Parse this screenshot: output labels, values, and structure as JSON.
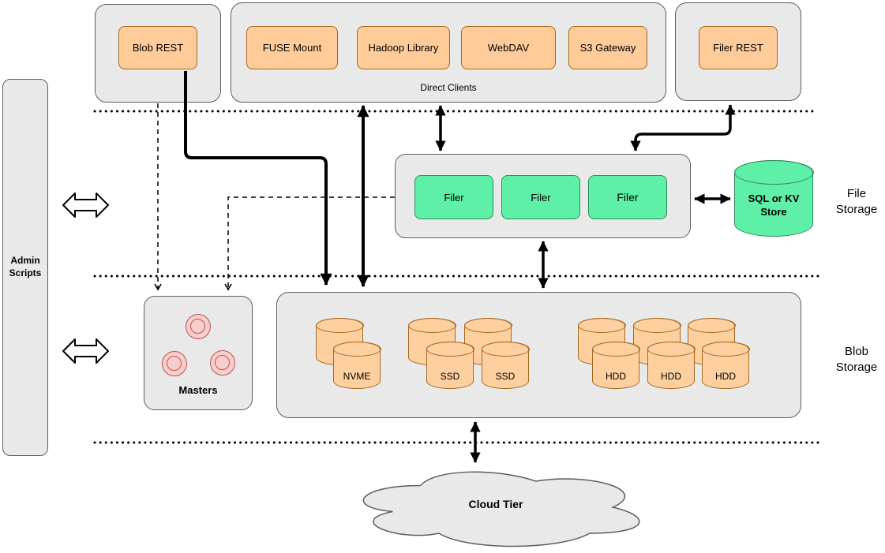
{
  "admin": {
    "label": "Admin Scripts"
  },
  "top": {
    "blob_rest": {
      "label": "Blob REST"
    },
    "direct_clients": {
      "items": [
        "FUSE Mount",
        "Hadoop Library",
        "WebDAV",
        "S3 Gateway"
      ],
      "caption": "Direct Clients"
    },
    "filer_rest": {
      "label": "Filer REST"
    }
  },
  "file_storage": {
    "section_label": "File Storage",
    "filers": [
      "Filer",
      "Filer",
      "Filer"
    ],
    "store_label": "SQL or KV Store"
  },
  "blob_storage": {
    "section_label": "Blob Storage",
    "masters_label": "Masters",
    "disks": {
      "nvme": [
        "NVME"
      ],
      "ssd": [
        "SSD",
        "SSD"
      ],
      "hdd": [
        "HDD",
        "HDD",
        "HDD"
      ]
    }
  },
  "cloud": {
    "label": "Cloud Tier"
  },
  "colors": {
    "container_fill": "#e9e9e9",
    "node_orange": "#ffcc99",
    "node_green": "#5ff0a7",
    "node_pink": "#f8cecc",
    "line": "#000000"
  }
}
